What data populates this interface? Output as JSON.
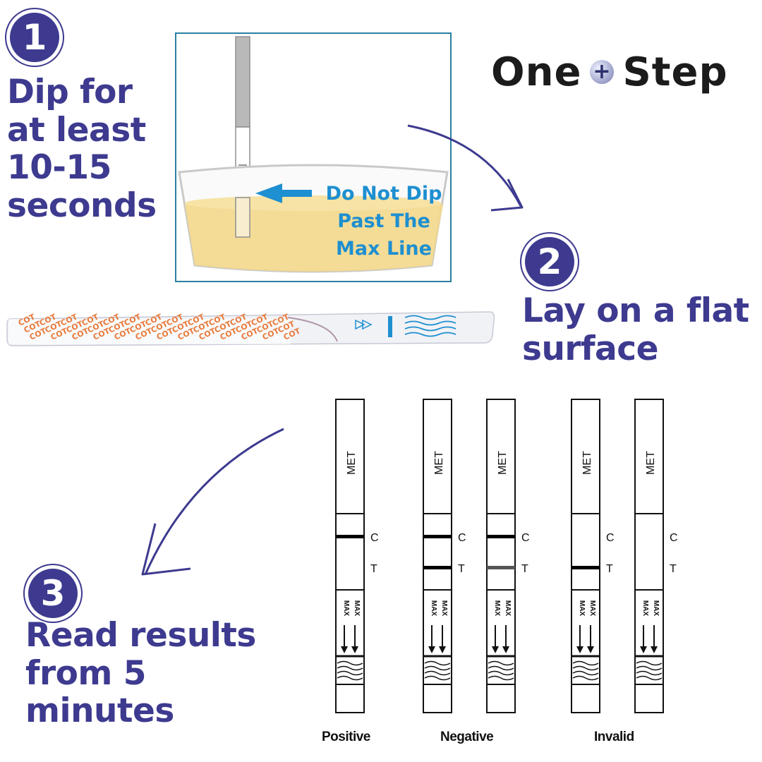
{
  "logo": {
    "word_left": "One",
    "plus_symbol": "+",
    "word_right": "Step"
  },
  "steps": [
    {
      "number": "1",
      "lines": [
        "Dip for",
        "at least",
        "10-15",
        "seconds"
      ]
    },
    {
      "number": "2",
      "lines": [
        "Lay on a flat",
        "surface"
      ]
    },
    {
      "number": "3",
      "lines": [
        "Read results",
        "from 5",
        "minutes"
      ]
    }
  ],
  "cup_callout": {
    "lines": [
      "Do Not Dip",
      "Past The",
      "Max Line"
    ]
  },
  "test_strip": {
    "pad_text": "COT"
  },
  "result_strips": {
    "drug_label": "MET",
    "control_label": "C",
    "test_label": "T",
    "max_label": "MAX"
  },
  "result_labels": [
    "Positive",
    "Negative",
    "Invalid"
  ],
  "colors": {
    "accent": "#3d3a8f",
    "callout": "#1e8fd0",
    "urine": "#f3d88c",
    "frame": "#2c7fa3"
  }
}
